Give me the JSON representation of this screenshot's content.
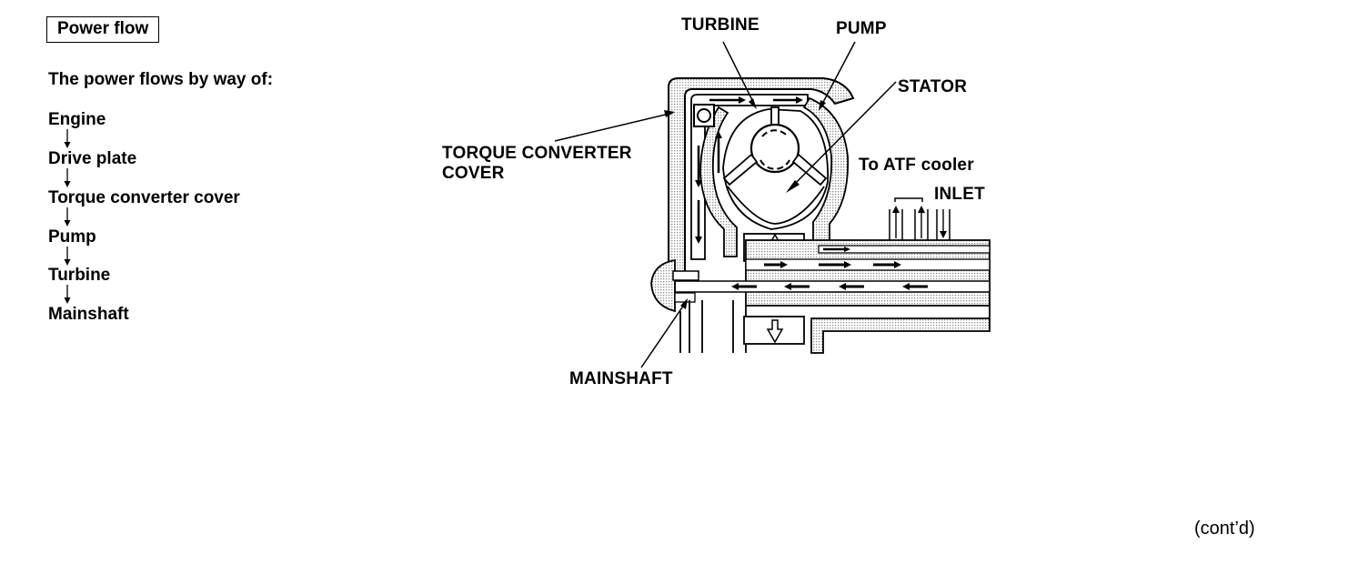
{
  "section": {
    "title": "Power flow",
    "intro": "The power flows by way of:"
  },
  "flow_steps": [
    "Engine",
    "Drive plate",
    "Torque converter cover",
    "Pump",
    "Turbine",
    "Mainshaft"
  ],
  "diagram": {
    "labels": {
      "turbine": "TURBINE",
      "pump": "PUMP",
      "stator": "STATOR",
      "torque_converter_cover_line1": "TORQUE CONVERTER",
      "torque_converter_cover_line2": "COVER",
      "to_atf_cooler": "To ATF cooler",
      "inlet": "INLET",
      "mainshaft": "MAINSHAFT"
    }
  },
  "footer": {
    "contd": "(cont’d)"
  }
}
